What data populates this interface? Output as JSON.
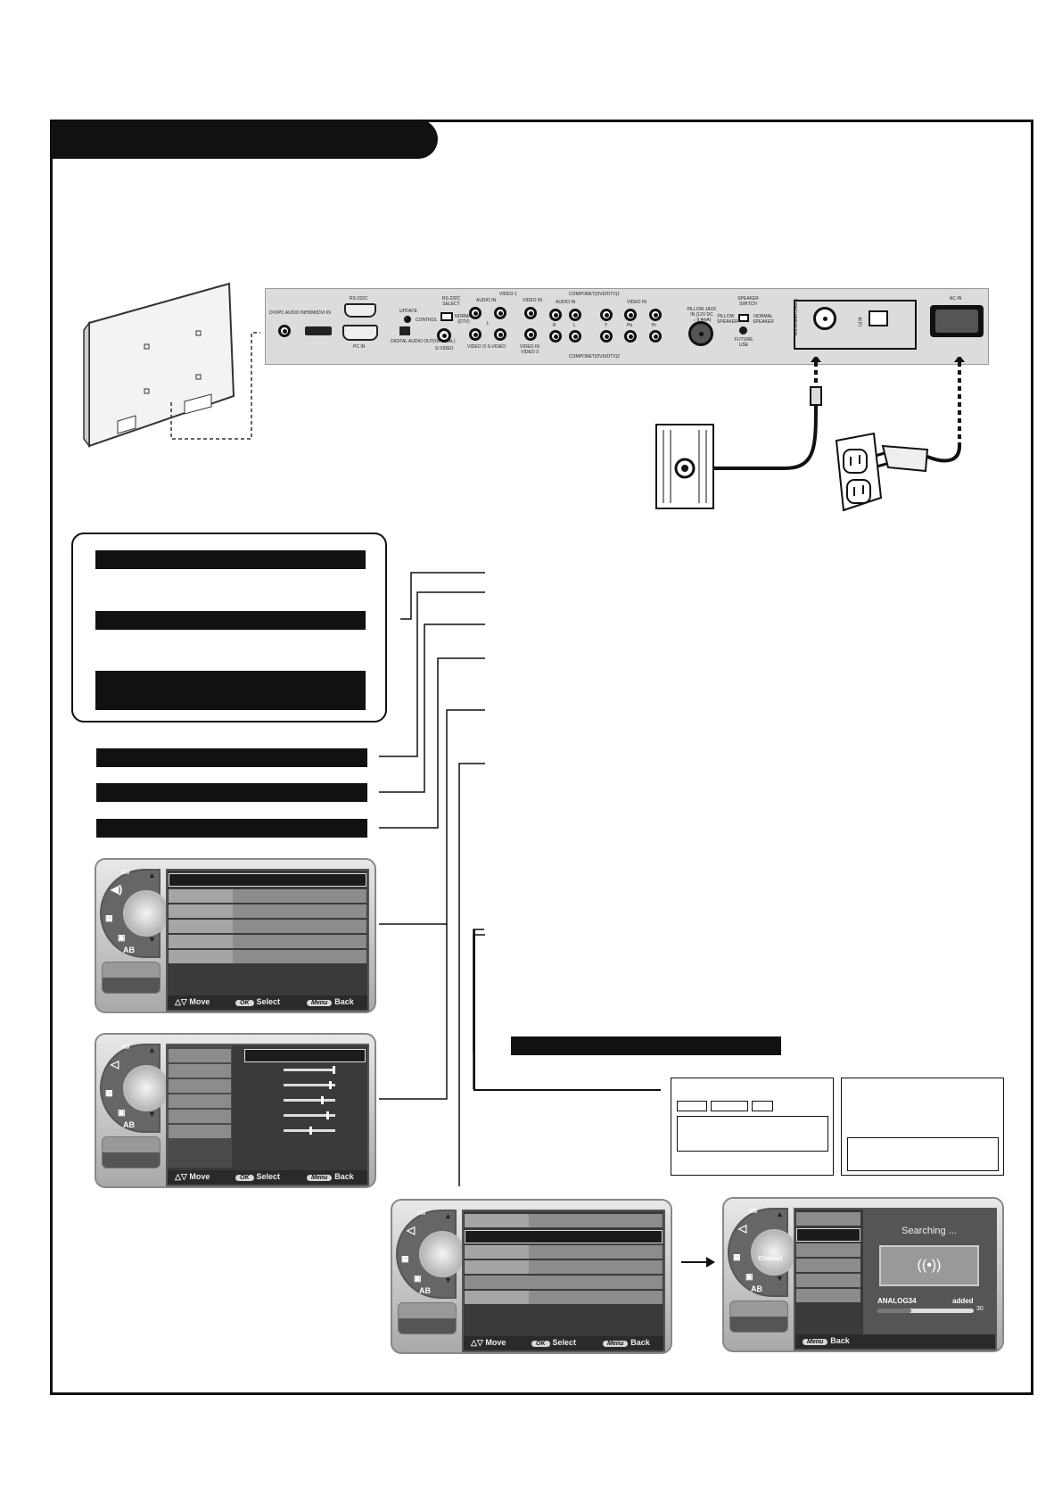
{
  "panel": {
    "dvi_audio": "DVI/PC AUDIO IN",
    "hdmi": "HDMI/DVI IN",
    "rs232c": "RS-232C",
    "pc_in": "PC IN",
    "update": "UPDATE",
    "control": "CONTROL",
    "rs_select": "RS-232C SELECT",
    "normal_dtv": "NORMAL (DTV)",
    "optical": "DIGITAL AUDIO OUT(OPTICAL)",
    "svideo": "S-VIDEO",
    "video1": "VIDEO 1",
    "audio_in": "AUDIO IN",
    "video_in": "VIDEO IN",
    "video2": "VIDEO 2/ S-VIDEO",
    "video_in3": "VIDEO IN VIDEO 3",
    "comp1": "COMPONET(DVD/DTV)1",
    "comp2": "COMPONET(DVD/DTV)2",
    "l": "L",
    "r": "R",
    "y": "Y",
    "pb": "Pb",
    "pr": "Pr",
    "pillow": "PILLOW JACK IN (12V DC ⇔0.4mA)",
    "speaker_switch": "SPEAKER SWITCH",
    "pillow_speaker": "PILLOW SPEAKER",
    "normal_speaker": "NORMAL SPEAKER",
    "future": "FUTURE USE",
    "antenna": "ANTENNA CABLE",
    "mpi": "M.P.I",
    "ac_in": "AC IN"
  },
  "menu1": {
    "footer": {
      "move": "Move",
      "ok": "OK",
      "select": "Select",
      "menu": "Menu",
      "back": "Back"
    },
    "ab": "AB"
  },
  "menu2": {
    "footer": {
      "move": "Move",
      "ok": "OK",
      "select": "Select",
      "menu": "Menu",
      "back": "Back"
    },
    "ab": "AB",
    "sliders": [
      0.95,
      0.88,
      0.72,
      0.82,
      0.5
    ]
  },
  "menu3": {
    "footer": {
      "move": "Move",
      "ok": "OK",
      "select": "Select",
      "menu": "Menu",
      "back": "Back"
    },
    "ab": "AB"
  },
  "menu4": {
    "searching": "Searching ...",
    "hub_label": "Channel",
    "channel": "ANALOG34",
    "added": "added",
    "count": "30",
    "progress": 0.35,
    "footer": {
      "menu": "Menu",
      "back": "Back"
    },
    "ab": "AB"
  }
}
